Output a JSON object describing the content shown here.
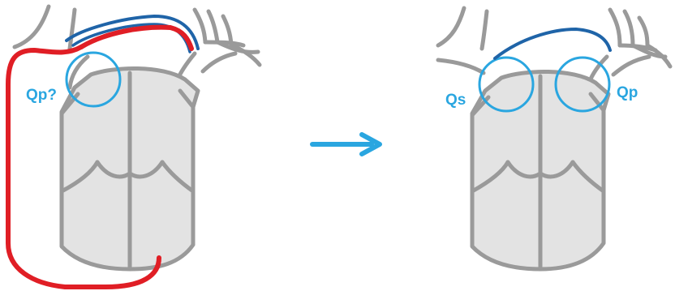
{
  "colors": {
    "outline": "#9a9a9a",
    "body_fill": "#e3e3e3",
    "circle": "#2aa6e0",
    "label": "#2aa6e0",
    "dark_blue_vessel": "#1f64a8",
    "red_vessel": "#e01e25",
    "arrow": "#2aa6e0",
    "background": "#ffffff"
  },
  "before": {
    "label_qp": "Qp?"
  },
  "after": {
    "label_qs": "Qs",
    "label_qp": "Qp"
  },
  "arrow_icon": "right-arrow-icon"
}
